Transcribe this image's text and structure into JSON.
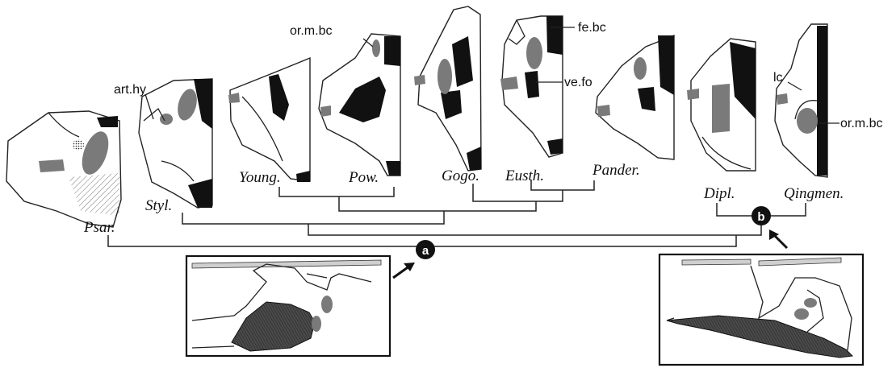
{
  "taxa": {
    "psar": "Psar.",
    "styl": "Styl.",
    "young": "Young.",
    "pow": "Pow.",
    "gogo": "Gogo.",
    "eusth": "Eusth.",
    "pander": "Pander.",
    "dipl": "Dipl.",
    "qingmen": "Qingmen."
  },
  "labels": {
    "art_hy": "art.hy",
    "or_m_bc_top": "or.m.bc",
    "fe_bc": "fe.bc",
    "ve_fo": "ve.fo",
    "lc": "lc",
    "or_m_bc_right": "or.m.bc"
  },
  "nodes": {
    "a": "a",
    "b": "b"
  },
  "colors": {
    "black_region": "#111111",
    "grey_region": "#7a7a7a",
    "outline": "#222222",
    "muscle": "#4a4a4a"
  }
}
